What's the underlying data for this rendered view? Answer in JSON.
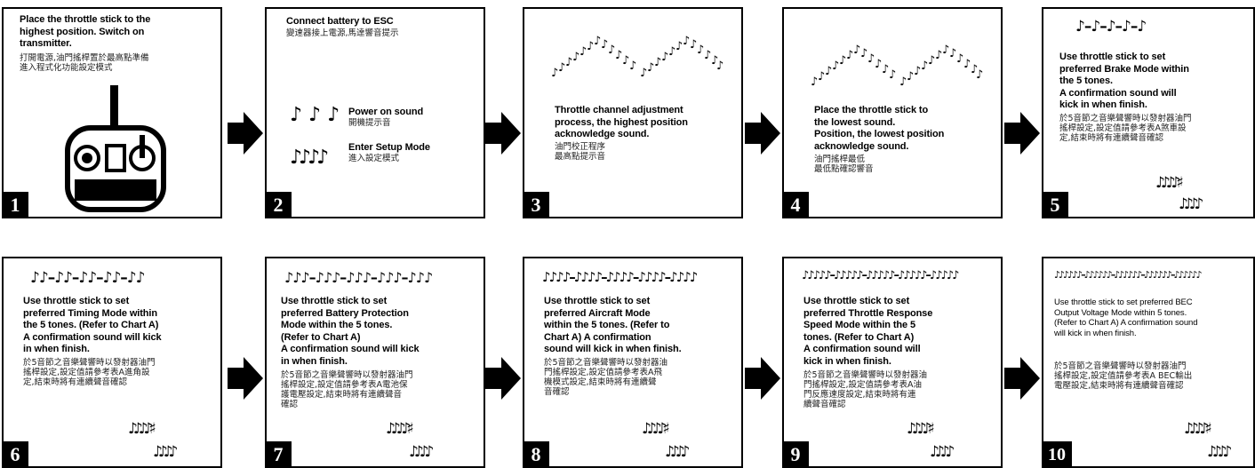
{
  "steps": [
    {
      "num": "1",
      "en": "Place the throttle stick to the\nhighest position. Switch on\ntransmitter.",
      "zh": "打開電源,油門搖桿置於最高點準備\n進入程式化功能設定模式"
    },
    {
      "num": "2",
      "en": "Connect battery to ESC",
      "zh": "變速器接上電源,馬達響音提示",
      "items": [
        {
          "en": "Power on sound",
          "zh": "開機提示音"
        },
        {
          "en": "Enter Setup Mode",
          "zh": "進入設定模式"
        }
      ]
    },
    {
      "num": "3",
      "en": "Throttle channel adjustment\nprocess, the highest position\nacknowledge sound.",
      "zh": "油門校正程序\n最高點提示音"
    },
    {
      "num": "4",
      "en": "Place the throttle stick to\nthe lowest sound.\nPosition, the lowest position\nacknowledge sound.",
      "zh": "油門搖桿最低\n最低點確認響音"
    },
    {
      "num": "5",
      "en": "Use throttle stick to set\npreferred Brake Mode within\nthe 5 tones.\nA confirmation sound will\nkick in when finish.",
      "zh": "於5音節之音樂聲響時以發射器油門\n搖桿設定,設定值請參考表A煞車設\n定,結束時將有連續聲音確認"
    },
    {
      "num": "6",
      "en": "Use throttle stick to set\npreferred Timing Mode within\nthe 5 tones. (Refer to Chart A)\nA confirmation sound will kick\nin when finish.",
      "zh": "於5音節之音樂聲響時以發射器油門\n搖桿設定,設定值請參考表A進角設\n定,結束時將有連續聲音確認"
    },
    {
      "num": "7",
      "en": "Use throttle stick to set\npreferred Battery Protection\nMode within the 5 tones.\n(Refer to Chart A)\nA confirmation sound will kick\nin when finish.",
      "zh": "於5音節之音樂聲響時以發射器油門\n搖桿設定,設定值請參考表A電池保\n護電壓設定,結束時將有連續聲音\n確認"
    },
    {
      "num": "8",
      "en": "Use throttle stick to set\npreferred Aircraft Mode\nwithin the 5 tones. (Refer to\nChart A) A confirmation\nsound will kick in when finish.",
      "zh": "於5音節之音樂聲響時以發射器油\n門搖桿設定,設定值請參考表A飛\n機模式設定,結束時將有連續聲\n音確認"
    },
    {
      "num": "9",
      "en": "Use throttle stick to set\npreferred Throttle Response\nSpeed Mode within the 5\ntones. (Refer to Chart A)\nA confirmation sound will\nkick in when finish.",
      "zh": "於5音節之音樂聲響時以發射器油\n門搖桿設定,設定值請參考表A油\n門反應速度設定,結束時將有連\n續聲音確認"
    },
    {
      "num": "10",
      "en": "Use throttle stick to set preferred BEC\nOutput Voltage Mode within 5 tones.\n(Refer to Chart A) A confirmation sound\nwill kick in when finish.",
      "zh": "於5音節之音樂聲響時以發射器油門\n搖桿設定,設定值請參考表A BEC輸出\n電壓設定,結束時將有連續聲音確認"
    }
  ]
}
